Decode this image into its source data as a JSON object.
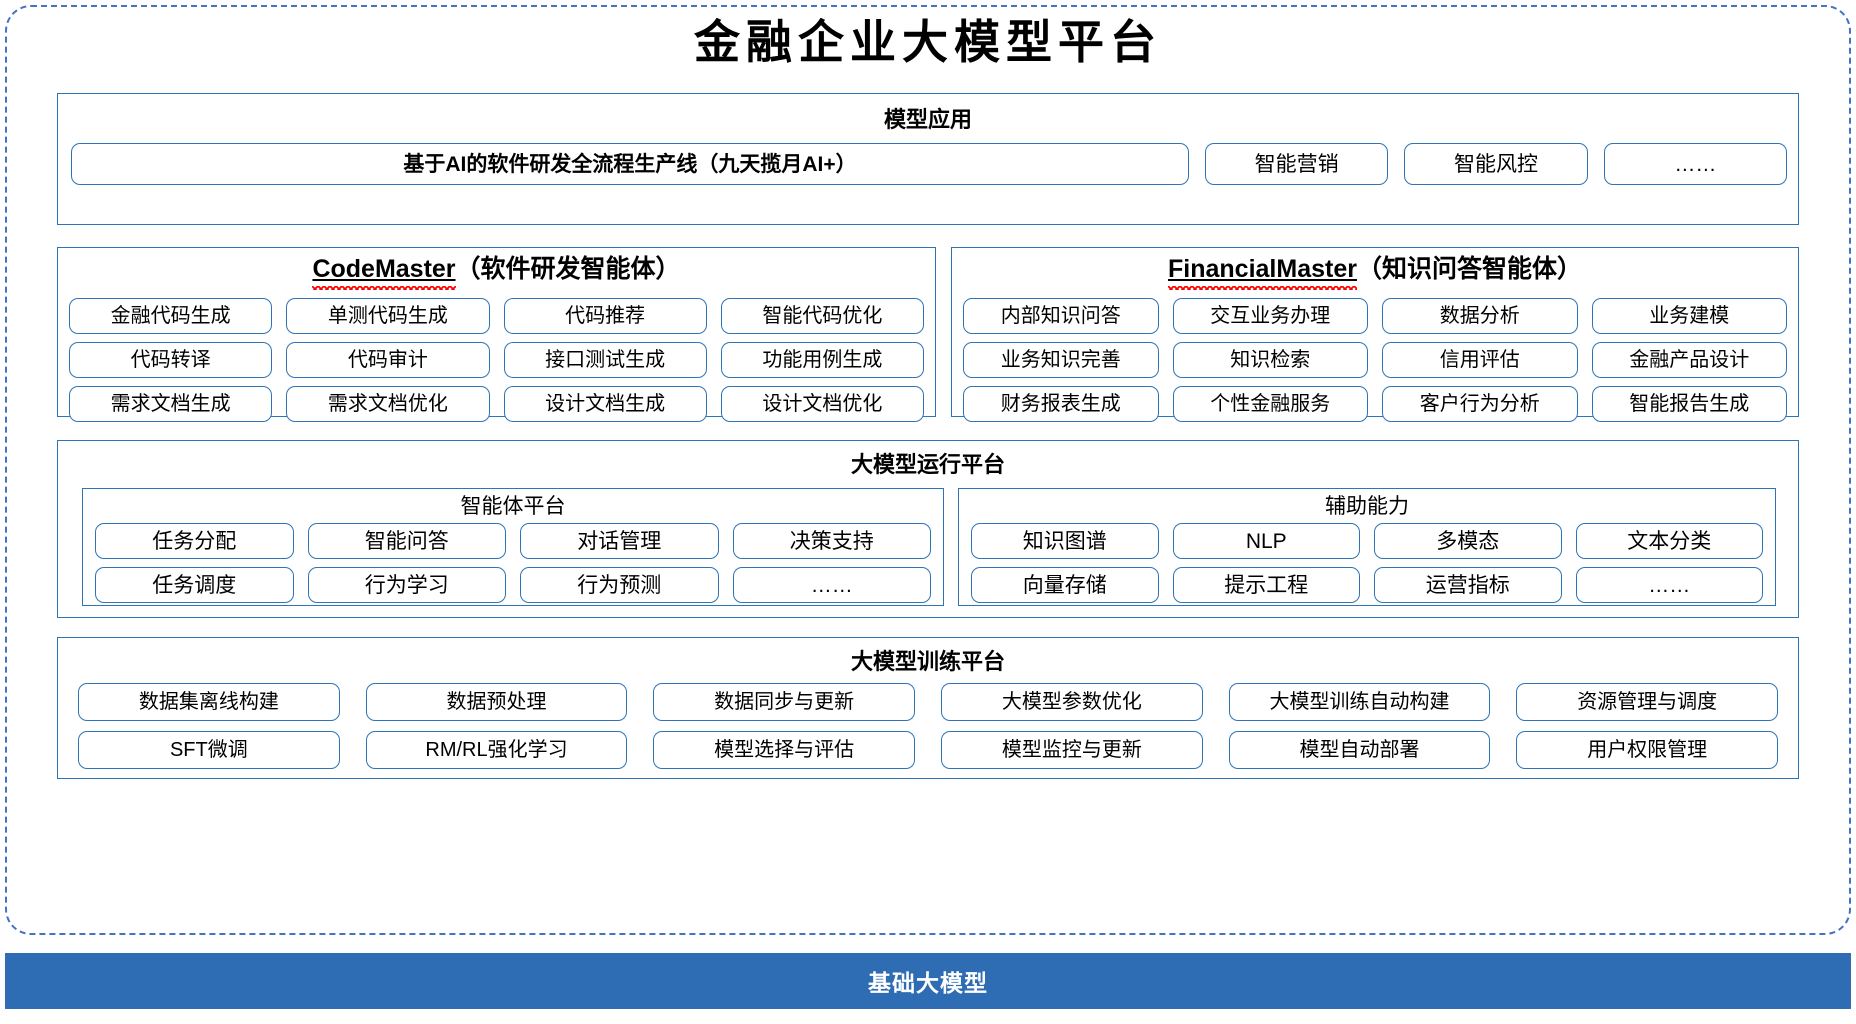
{
  "page": {
    "title": "金融企业大模型平台",
    "accent_border": "#2E75B6",
    "outer_border": "#4472C4",
    "base_bar_color": "#2E6DB4",
    "spellcheck_color": "#FF0000"
  },
  "model_application": {
    "heading": "模型应用",
    "main_item": "基于AI的软件研发全流程生产线（九天揽月AI+）",
    "items": [
      "智能营销",
      "智能风控",
      "……"
    ]
  },
  "agents": [
    {
      "name": "CodeMaster",
      "suffix": "（软件研发智能体）",
      "spellchecked": true,
      "rows": [
        [
          "金融代码生成",
          "单测代码生成",
          "代码推荐",
          "智能代码优化"
        ],
        [
          "代码转译",
          "代码审计",
          "接口测试生成",
          "功能用例生成"
        ],
        [
          "需求文档生成",
          "需求文档优化",
          "设计文档生成",
          "设计文档优化"
        ]
      ]
    },
    {
      "name": "FinancialMaster",
      "suffix": "（知识问答智能体）",
      "spellchecked": true,
      "rows": [
        [
          "内部知识问答",
          "交互业务办理",
          "数据分析",
          "业务建模"
        ],
        [
          "业务知识完善",
          "知识检索",
          "信用评估",
          "金融产品设计"
        ],
        [
          "财务报表生成",
          "个性金融服务",
          "客户行为分析",
          "智能报告生成"
        ]
      ]
    }
  ],
  "runtime_platform": {
    "heading": "大模型运行平台",
    "sections": [
      {
        "heading": "智能体平台",
        "rows": [
          [
            "任务分配",
            "智能问答",
            "对话管理",
            "决策支持"
          ],
          [
            "任务调度",
            "行为学习",
            "行为预测",
            "……"
          ]
        ]
      },
      {
        "heading": "辅助能力",
        "rows": [
          [
            "知识图谱",
            "NLP",
            "多模态",
            "文本分类"
          ],
          [
            "向量存储",
            "提示工程",
            "运营指标",
            "……"
          ]
        ]
      }
    ]
  },
  "training_platform": {
    "heading": "大模型训练平台",
    "rows": [
      [
        "数据集离线构建",
        "数据预处理",
        "数据同步与更新",
        "大模型参数优化",
        "大模型训练自动构建",
        "资源管理与调度"
      ],
      [
        "SFT微调",
        "RM/RL强化学习",
        "模型选择与评估",
        "模型监控与更新",
        "模型自动部署",
        "用户权限管理"
      ]
    ]
  },
  "base_model": {
    "label": "基础大模型"
  }
}
